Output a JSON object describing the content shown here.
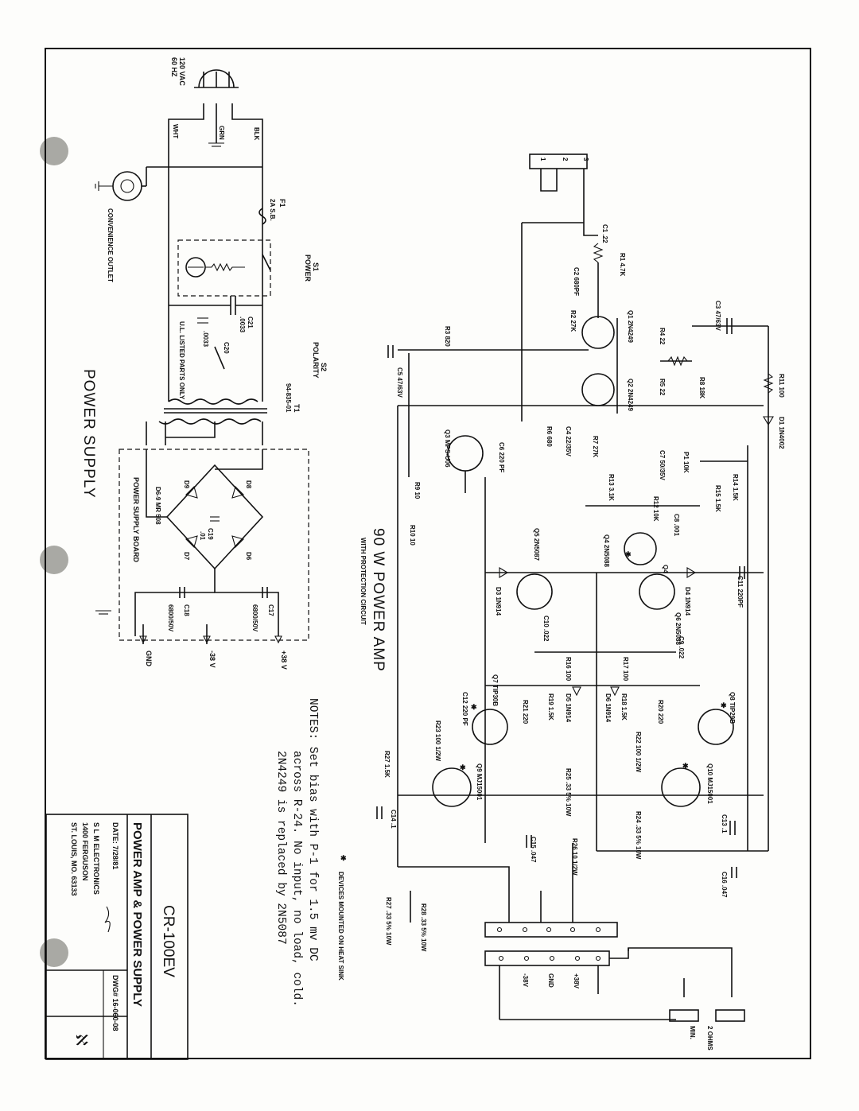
{
  "mains": {
    "plug": "120 VAC\n60 HZ",
    "wire_blk": "BLK",
    "wire_wht": "WHT",
    "wire_grn": "GRN",
    "outlet": "CONVENIENCE OUTLET"
  },
  "fuse": {
    "ref": "F1",
    "value": "2A S.B."
  },
  "switch_power": {
    "ref": "S1",
    "label": "POWER"
  },
  "switch_polarity": {
    "ref": "S2",
    "label": "POLARITY"
  },
  "c21": {
    "ref": "C21",
    "value": ".0033"
  },
  "c20": {
    "ref": "C20",
    "value": ".0033"
  },
  "ul_note": "U.L. LISTED PARTS ONLY",
  "transformer": {
    "ref": "T1",
    "value": "94-835-01"
  },
  "psu_board": "POWER SUPPLY BOARD",
  "diodes_psu": {
    "d8": "D8",
    "d9": "D9",
    "d6": "D6",
    "d7": "D7",
    "note": "D6-9 MR 508"
  },
  "c19": {
    "ref": "C19",
    "value": ".01"
  },
  "c17": {
    "ref": "C17",
    "value": "6800/50V"
  },
  "c18": {
    "ref": "C18",
    "value": "6800/50V"
  },
  "rails": {
    "pos": "+38 V",
    "neg": "-38 V",
    "gnd": "GND"
  },
  "section_title_psu": "POWER SUPPLY",
  "section_title_amp": "90 W POWER AMP",
  "section_sub_amp": "WITH PROTECTION CIRCUIT",
  "heatsink_note": "DEVICES MOUNTED ON HEAT SINK",
  "notes": {
    "line1": "NOTES: Set bias with P-1 for 1.5 mv DC",
    "line2": "across R-24. No input, no load, cold.",
    "line3": "2N4249 is replaced by 2N5087"
  },
  "title_block": {
    "model": "CR-100EV",
    "title": "POWER AMP & POWER SUPPLY",
    "date_label": "DATE: 7/28/81",
    "dwg": "DWG# 16-060-08",
    "company": "S L M ELECTRONICS",
    "street": "1400 FERGUSON",
    "city": "ST. LOUIS, MO. 63133"
  },
  "output": {
    "ohms": "2 OHMS",
    "min": "MIN.",
    "pos": "+38V",
    "gnd": "GND",
    "neg": "-38V"
  },
  "parts": {
    "c1": "C1 .22",
    "r1": "R1 4.7K",
    "c2": "C2 680PF",
    "r2": "R2 27K",
    "q1": "Q1 2N4249",
    "q2": "Q2 2N4249",
    "r4": "R4 22",
    "r5": "R5 22",
    "c3": "C3 47/63V",
    "r8": "R8 18K",
    "r11": "R11 100",
    "d1": "D1 1N4002",
    "r3": "R3 820",
    "c5": "C5 47/63V",
    "r6": "R6 680",
    "c4": "C4 22/35V",
    "r7": "R7 27K",
    "q3": "Q3 MPS-U06",
    "c6": "C6 220 PF",
    "r9": "R9 10",
    "c7": "C7 50/35V",
    "p1": "P1 10K",
    "r14": "R14 1.5K",
    "r15": "R15 1.5K",
    "r13": "R13 3.1K",
    "r12": "R12 10K",
    "c8": "C8 .001",
    "q4": "Q4 2N5088",
    "r10": "R10 10",
    "q5": "Q5 2N5087",
    "d3": "D3 1N914",
    "d4": "D4 1N914",
    "c11": "C11 220PF",
    "q6": "Q6 2N5088",
    "c10": "C10 .022",
    "c9": "C9 .022",
    "r16": "R16 100",
    "r17": "R17 100",
    "q7": "Q7 TIP30B",
    "q8": "Q8 TIP29B",
    "c12": "C12 220 PF",
    "r18": "R18 1.5K",
    "r19": "R19 1.5K",
    "d5": "D5 1N914",
    "d6": "D6 1N914",
    "r20": "R20 220",
    "r21": "R21 220",
    "r23": "R23 100 1/2W",
    "r22": "R22 100 1/2W",
    "q9": "Q9 MJ15001",
    "q10": "Q10 MJ15001",
    "r27": "R27 1.5K",
    "r25": "R25 .33 5% 10W",
    "r24": "R24 .33 5% 10W",
    "c14": "C14 .1",
    "c13": "C13 .1",
    "r26": "R26 10 1/2W",
    "c15": "C15 .047",
    "c16": "C16 .047",
    "r28": "R28 .33 5% 10W",
    "r27b": "R27 .33 5% 10W"
  }
}
